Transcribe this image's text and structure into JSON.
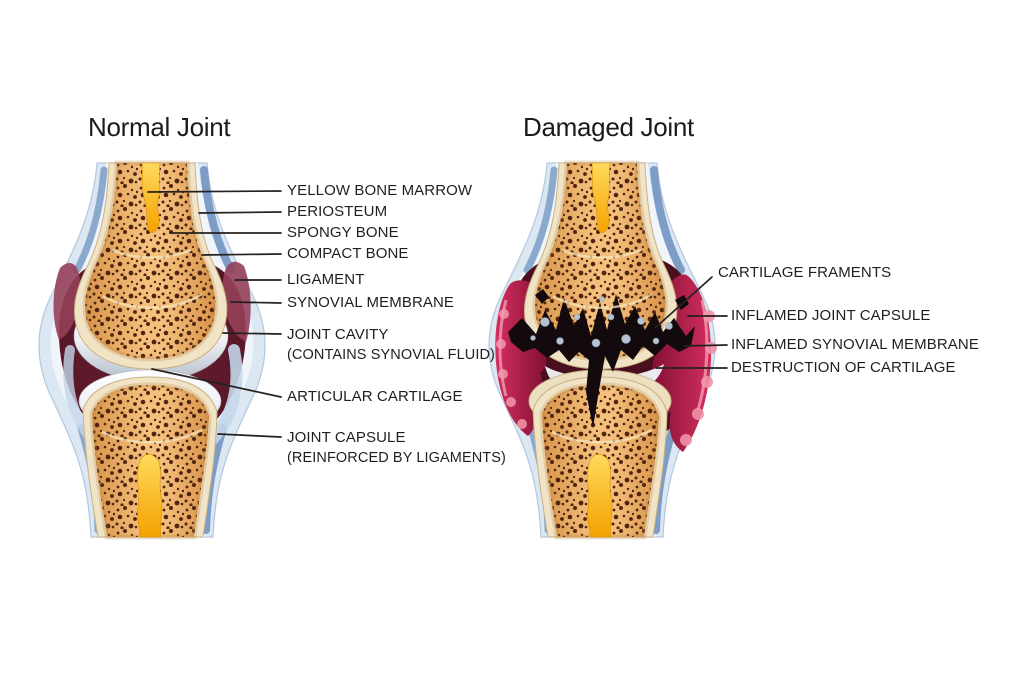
{
  "normal_joint": {
    "title": "Normal Joint",
    "labels": [
      {
        "text": "YELLOW BONE MARROW"
      },
      {
        "text": "PERIOSTEUM"
      },
      {
        "text": "SPONGY BONE"
      },
      {
        "text": "COMPACT BONE"
      },
      {
        "text": "LIGAMENT"
      },
      {
        "text": "SYNOVIAL MEMBRANE"
      },
      {
        "text": "JOINT CAVITY",
        "sub": "(CONTAINS SYNOVIAL FLUID)"
      },
      {
        "text": "ARTICULAR CARTILAGE"
      },
      {
        "text": "JOINT CAPSULE",
        "sub": "(REINFORCED BY LIGAMENTS)"
      }
    ]
  },
  "damaged_joint": {
    "title": "Damaged Joint",
    "labels": [
      {
        "text": "CARTILAGE FRAMENTS"
      },
      {
        "text": "INFLAMED JOINT CAPSULE"
      },
      {
        "text": "INFLAMED SYNOVIAL MEMBRANE"
      },
      {
        "text": "DESTRUCTION OF CARTILAGE"
      }
    ]
  },
  "colors": {
    "background": "#ffffff",
    "label_text": "#221e1f",
    "leader_line": "#26211e",
    "capsule_blue": "#dbe7f3",
    "periosteum_blue": "#8ba8cd",
    "compact_bone_cream": "#f1e4c6",
    "spongy_bone_tan": "#f4c07c",
    "bone_dot_brown": "#4f2410",
    "bone_marrow_yellow": "#ffc31e",
    "cartilage_white": "#eef0f5",
    "joint_cavity_maroon": "#4e1322",
    "ligament_red": "#95405a",
    "inflamed_crimson": "#c51e4e",
    "inflamed_pink": "#ef92a8",
    "destruction_black": "#120a0d",
    "fragment_grey": "#b5c3d1"
  }
}
